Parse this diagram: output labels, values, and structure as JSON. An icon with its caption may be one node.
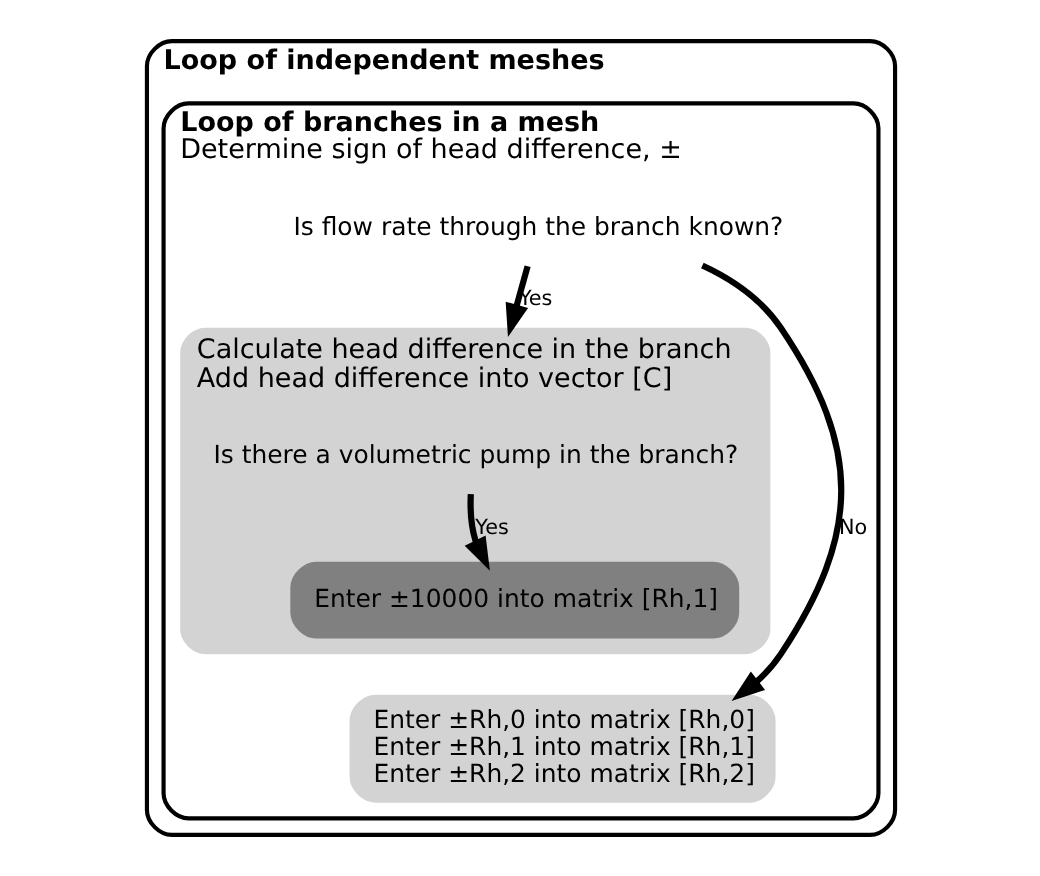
{
  "diagram": {
    "nodes": [
      {
        "text": [
          "Loop of independent meshes"
        ]
      },
      {
        "text": [
          "Loop of branches in a mesh",
          "Determine sign of head difference, ±"
        ],
        "in": 0
      },
      {
        "text": [
          "Is flow rate through the branch known?"
        ],
        "in": 1
      },
      {
        "text": [
          "Calculate head difference in the branch",
          "Add head difference into vector [C]"
        ],
        "in": 1
      },
      {
        "text": [
          "Is there a volumetric pump in the branch?"
        ],
        "in": 3
      },
      {
        "text": [
          "Enter ±10000 into matrix [Rh,1]"
        ],
        "in": 3
      },
      {
        "text": [
          "Enter ±Rh,0 into matrix [Rh,0]",
          "Enter ±Rh,1 into matrix [Rh,1]",
          "Enter ±Rh,2 into matrix [Rh,2]"
        ],
        "in": 1
      }
    ],
    "edges": [
      {
        "from": 2,
        "to": 3,
        "label": "Yes",
        "arrow": "to"
      },
      {
        "from": 4,
        "to": 5,
        "label": "Yes",
        "arrow": "to"
      },
      {
        "from": 2,
        "to": 6,
        "label": "No",
        "arrow": "to"
      }
    ]
  }
}
